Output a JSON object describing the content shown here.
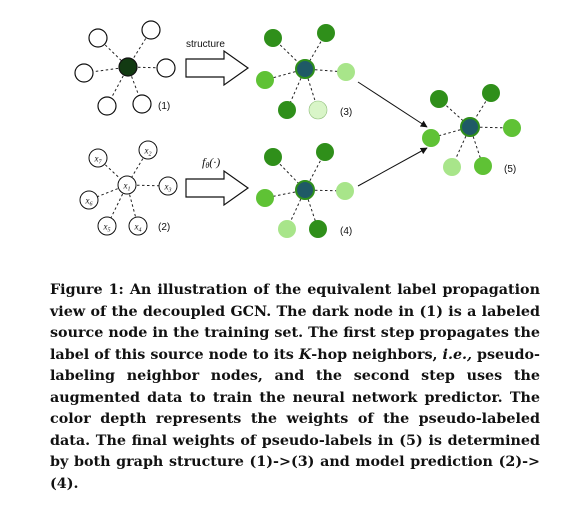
{
  "figure": {
    "structure_label": "structure",
    "f_theta_label": "fθ(·)",
    "panel_labels": [
      "(1)",
      "(2)",
      "(3)",
      "(4)",
      "(5)"
    ],
    "node_labels": [
      "x7",
      "x2",
      "x1",
      "x3",
      "x6",
      "x5",
      "x4"
    ],
    "colors": {
      "dark_green": "#2f8f1a",
      "mid_green": "#5fc235",
      "light_green": "#a8e58a",
      "pale_green": "#d9f5c8",
      "labeled_node": "#123a12",
      "source_node": "#1f5a66"
    }
  },
  "caption": {
    "title": "Figure 1:",
    "seg1": " An illustration of the equivalent label propagation view of the decoupled GCN. The dark node in (1) is a labeled source node in the training set. The first step propagates the label of this source node to its ",
    "k_var": "K",
    "seg2": "-hop neighbors, ",
    "ie": "i.e.,",
    "seg3": " pseudo-labeling neighbor nodes, and the second step uses the augmented data to train the neural network predictor. The color depth represents the weights of the pseudo-labeled data. The final weights of pseudo-labels in (5) is determined by both graph structure (1)->(3) and model prediction (2)->(4)."
  }
}
